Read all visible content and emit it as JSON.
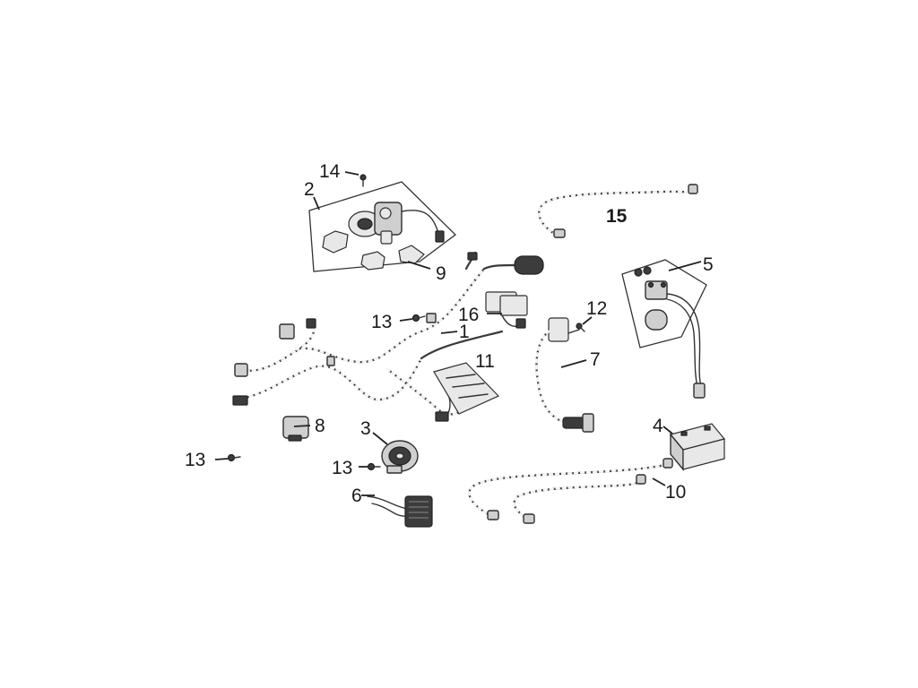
{
  "callouts": {
    "p1": "1",
    "p2": "2",
    "p3": "3",
    "p4": "4",
    "p5": "5",
    "p6": "6",
    "p7": "7",
    "p8": "8",
    "p9": "9",
    "p10": "10",
    "p11": "11",
    "p12": "12",
    "p13a": "13",
    "p13b": "13",
    "p13c": "13",
    "p14": "14",
    "p15": "15",
    "p16": "16"
  }
}
